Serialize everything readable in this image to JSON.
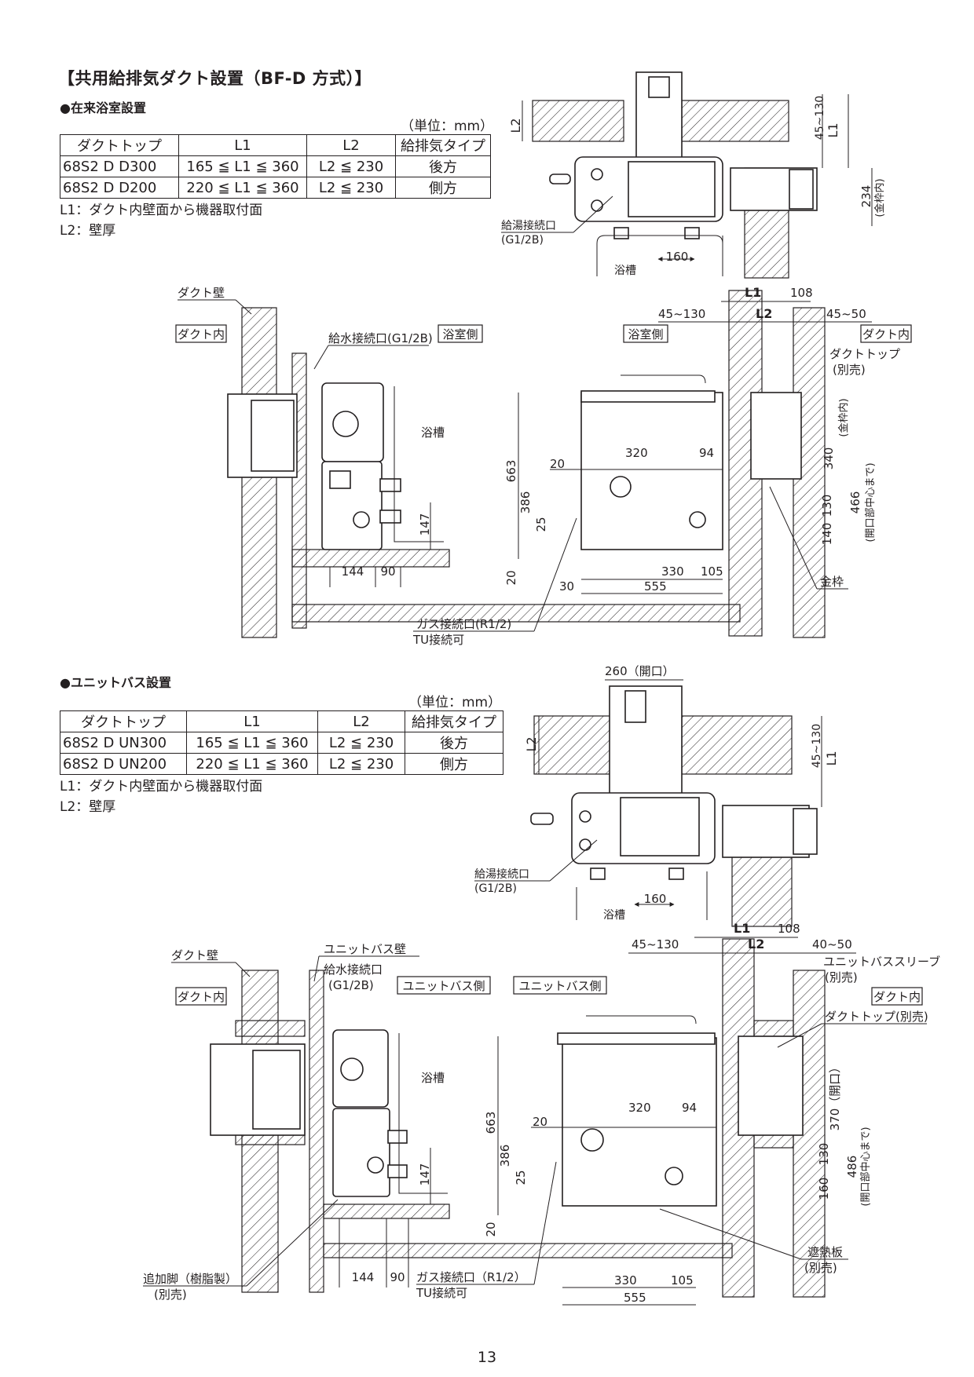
{
  "header": {
    "title": "【共用給排気ダクト設置（BF-D 方式）】",
    "section1": "●在来浴室設置",
    "section2": "●ユニットバス設置"
  },
  "unit_label": "（単位：mm）",
  "table_columns": [
    "ダクトトップ",
    "L1",
    "L2",
    "給排気タイプ"
  ],
  "table1_rows": [
    [
      "68S2 D D300",
      "165 ≦ L1 ≦ 360",
      "L2 ≦ 230",
      "後方"
    ],
    [
      "68S2 D D200",
      "220 ≦ L1 ≦ 360",
      "L2 ≦ 230",
      "側方"
    ]
  ],
  "table2_rows": [
    [
      "68S2 D UN300",
      "165 ≦ L1 ≦ 360",
      "L2 ≦ 230",
      "後方"
    ],
    [
      "68S2 D UN200",
      "220 ≦ L1 ≦ 360",
      "L2 ≦ 230",
      "側方"
    ]
  ],
  "notes": {
    "l1": "L1：ダクト内壁面から機器取付面",
    "l2": "L2：壁厚"
  },
  "labels": {
    "duct_wall": "ダクト壁",
    "duct_inside": "ダクト内",
    "bathroom_side": "浴室側",
    "tub": "浴槽",
    "water_inlet": "給水接続口(G1/2B)",
    "water_inlet_a": "給水接続口",
    "water_inlet_b": "(G1/2B)",
    "hot_outlet_a": "給湯接続口",
    "hot_outlet_b": "(G1/2B)",
    "duct_top_a": "ダクトトップ",
    "duct_top_b": "(別売)",
    "duct_top_sep": "ダクトトップ(別売)",
    "frame": "金枠",
    "gas_a": "ガス接続口(R1/2)",
    "gas_b": "TU接続可",
    "gas_inline": "ガス接続口（R1/2）",
    "unitbath_wall": "ユニットバス壁",
    "unitbath_side": "ユニットバス側",
    "sleeve_a": "ユニットバススリーブ",
    "sleeve_b": "(別売)",
    "shield_a": "遮熱板",
    "shield_b": "(別売)",
    "leg_a": "追加脚（樹脂製）",
    "leg_b": "(別売)",
    "frame_inner": "(金枠内)",
    "frame_inner_234": "234",
    "to_center_a": "(開口部中心まで)",
    "to_center_b": "(開口部中心まで)",
    "opening_260": "260（開口）",
    "opening_370": "370（開口）"
  },
  "dims": {
    "d_L1": "L1",
    "d_L2": "L2",
    "d_108": "108",
    "d_45_130": "45~130",
    "d_45_50": "45~50",
    "d_40_50": "40~50",
    "d_160": "160",
    "d_144": "144",
    "d_90": "90",
    "d_147": "147",
    "d_663": "663",
    "d_386": "386",
    "d_25": "25",
    "d_20": "20",
    "d_320": "320",
    "d_94": "94",
    "d_340": "340",
    "d_466": "466",
    "d_486": "486",
    "d_130": "130",
    "d_140": "140",
    "d_30": "30",
    "d_330": "330",
    "d_105": "105",
    "d_555": "555"
  },
  "page_number": "13"
}
